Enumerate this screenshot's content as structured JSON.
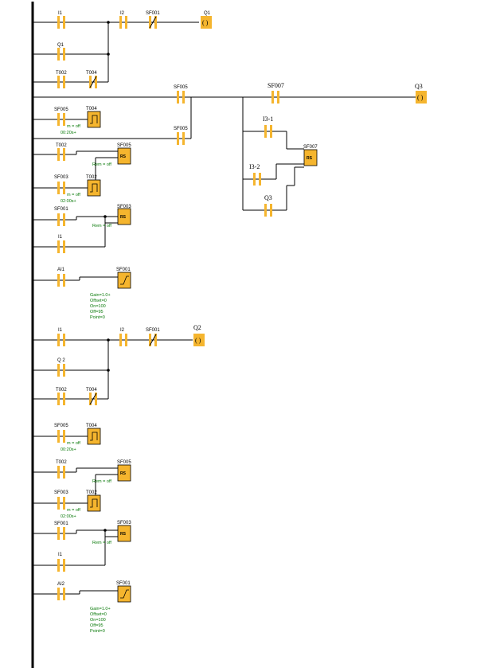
{
  "colors": {
    "block": "#f5b52e",
    "param_text": "#0a7a0a",
    "wire": "#000000"
  },
  "labels": {
    "i1": "I1",
    "i2": "I2",
    "q1": "Q1",
    "q2": "Q2",
    "q3": "Q3",
    "q_2": "Q 2",
    "t002": "T002",
    "t004": "T004",
    "sf001": "SF001",
    "sf003": "SF003",
    "sf005": "SF005",
    "sf007": "SF007",
    "i3_1": "I3-1",
    "i3_2": "I3-2",
    "ai1": "AI1",
    "ai2": "AI2"
  },
  "blocks": {
    "rs": "RS"
  },
  "params": {
    "rem_off": "Rem = off",
    "m_off": "m = off",
    "time_20s": "00:20s+",
    "time_02m": "02:00s+",
    "gain": "Gain=1.0+",
    "offset": "Offset=0",
    "on": "On=100",
    "off": "Off=95",
    "point": "Point=0"
  }
}
